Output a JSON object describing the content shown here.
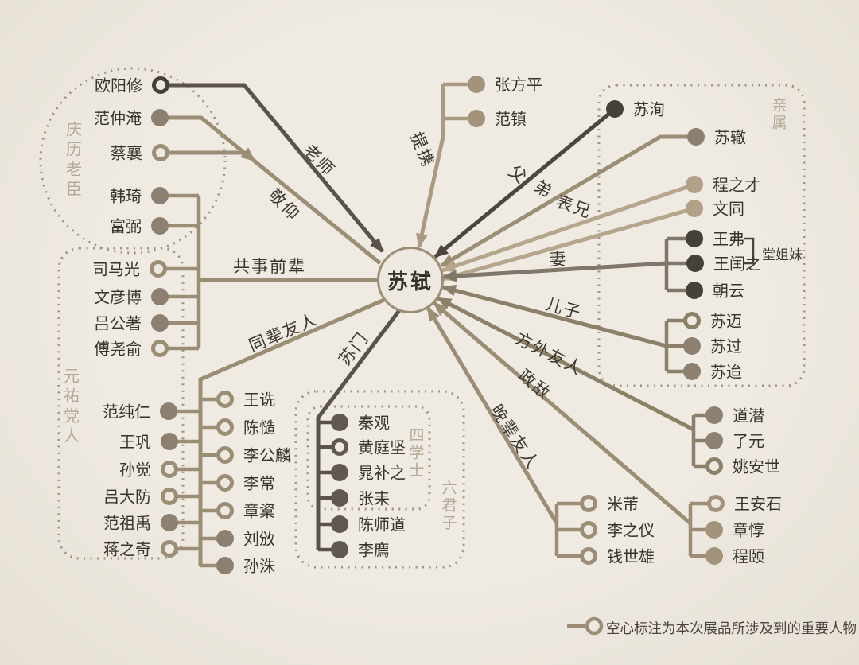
{
  "center": {
    "name": "苏轼"
  },
  "legend": {
    "text": "空心标注为本次展品所涉及到的重要人物"
  },
  "relations": {
    "laoshi": "老师",
    "jingyang": "敬仰",
    "tixie": "提携",
    "fu": "父",
    "di": "弟",
    "biaoxiong": "表兄",
    "qi": "妻",
    "erzi": "儿子",
    "fangwai": "方外友人",
    "zhengdi": "政敌",
    "wanbei": "晚辈友人",
    "gongshi": "共事前辈",
    "tongbei": "同辈友人",
    "sumen": "苏门"
  },
  "groups": {
    "qingli_laochen": {
      "label": "庆历老臣",
      "members": [
        {
          "name": "欧阳修",
          "hollow": true
        },
        {
          "name": "范仲淹",
          "hollow": false
        },
        {
          "name": "蔡襄",
          "hollow": true
        },
        {
          "name": "韩琦",
          "hollow": false
        },
        {
          "name": "富弼",
          "hollow": false
        }
      ]
    },
    "yuanyou_dangren": {
      "label": "元祐党人",
      "members": [
        {
          "name": "司马光",
          "hollow": true
        },
        {
          "name": "文彦博",
          "hollow": false
        },
        {
          "name": "吕公著",
          "hollow": false
        },
        {
          "name": "傅尧俞",
          "hollow": true
        },
        {
          "name": "范纯仁",
          "hollow": false
        },
        {
          "name": "王巩",
          "hollow": false
        },
        {
          "name": "孙觉",
          "hollow": true
        },
        {
          "name": "吕大防",
          "hollow": true
        },
        {
          "name": "范祖禹",
          "hollow": false
        },
        {
          "name": "蒋之奇",
          "hollow": true
        }
      ]
    },
    "tongbei_youren": {
      "members": [
        {
          "name": "王诜",
          "hollow": true
        },
        {
          "name": "陈慥",
          "hollow": true
        },
        {
          "name": "李公麟",
          "hollow": true
        },
        {
          "name": "李常",
          "hollow": true
        },
        {
          "name": "章楶",
          "hollow": true
        },
        {
          "name": "刘攽",
          "hollow": false
        },
        {
          "name": "孙洙",
          "hollow": false
        }
      ]
    },
    "tixie_zhe": {
      "members": [
        {
          "name": "张方平",
          "hollow": false
        },
        {
          "name": "范镇",
          "hollow": false
        }
      ]
    },
    "qinshu": {
      "label": "亲属",
      "bracket_label": "堂姐妹",
      "members": [
        {
          "name": "苏洵",
          "hollow": false
        },
        {
          "name": "苏辙",
          "hollow": false
        },
        {
          "name": "程之才",
          "hollow": false
        },
        {
          "name": "文同",
          "hollow": false
        },
        {
          "name": "王弗",
          "hollow": false
        },
        {
          "name": "王闰之",
          "hollow": false
        },
        {
          "name": "朝云",
          "hollow": false
        },
        {
          "name": "苏迈",
          "hollow": true
        },
        {
          "name": "苏过",
          "hollow": false
        },
        {
          "name": "苏迨",
          "hollow": false
        }
      ]
    },
    "sumen": {
      "sixueshi_label": "四学士",
      "liujunzi_label": "六君子",
      "members": [
        {
          "name": "秦观",
          "hollow": false
        },
        {
          "name": "黄庭坚",
          "hollow": true
        },
        {
          "name": "晁补之",
          "hollow": false
        },
        {
          "name": "张耒",
          "hollow": false
        },
        {
          "name": "陈师道",
          "hollow": false
        },
        {
          "name": "李廌",
          "hollow": false
        }
      ]
    },
    "fangwai_youren": {
      "members": [
        {
          "name": "道潜",
          "hollow": false
        },
        {
          "name": "了元",
          "hollow": false
        },
        {
          "name": "姚安世",
          "hollow": true
        }
      ]
    },
    "wanbei_youren": {
      "members": [
        {
          "name": "米芾",
          "hollow": true
        },
        {
          "name": "李之仪",
          "hollow": true
        },
        {
          "name": "钱世雄",
          "hollow": true
        }
      ]
    },
    "zhengdi_group": {
      "members": [
        {
          "name": "王安石",
          "hollow": true
        },
        {
          "name": "章惇",
          "hollow": false
        },
        {
          "name": "程颐",
          "hollow": false
        }
      ]
    }
  },
  "colors": {
    "background": "#ece7de",
    "ink": "#3b352d",
    "line_dark": "#4d4640",
    "line_mid": "#9c8d75",
    "line_tan": "#a99a81",
    "line_light": "#b5a68c",
    "group_label": "#b5a897",
    "dotted_border": "#a09280"
  }
}
